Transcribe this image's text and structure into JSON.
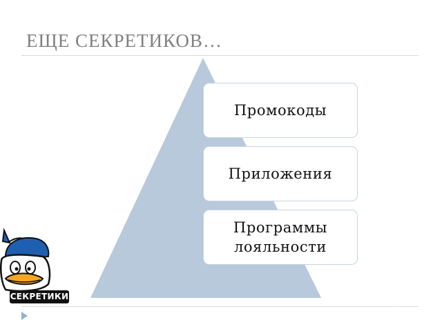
{
  "slide": {
    "title": "ЕЩЕ СЕКРЕТИКОВ…"
  },
  "pyramid": {
    "levels": [
      {
        "label": "Промокоды"
      },
      {
        "label": "Приложения"
      },
      {
        "label": "Программы лояльности"
      }
    ]
  },
  "sticker": {
    "caption": "СЕКРЕТИКИ"
  },
  "colors": {
    "title_text": "#7f7f7f",
    "pyramid_fill": "#b7c9db",
    "box_border": "#c6d4e1",
    "bullet": "#8fb2d4"
  }
}
